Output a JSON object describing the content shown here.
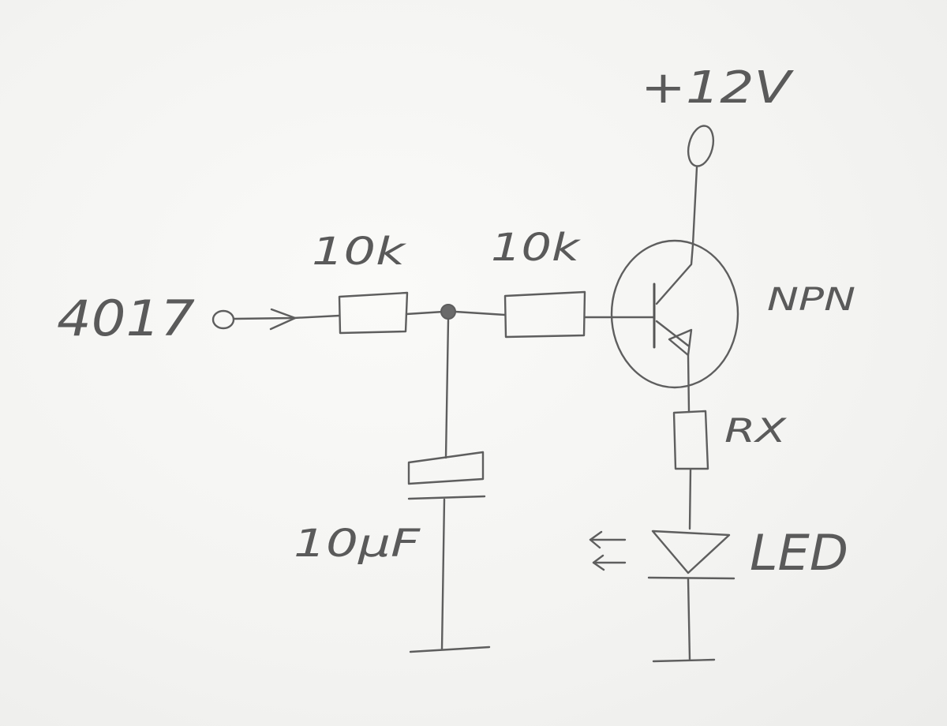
{
  "labels": {
    "input": "4017",
    "supply": "+12V",
    "r1": "10k",
    "r2": "10k",
    "cap": "10µF",
    "transistor": "NPN",
    "rx": "RX",
    "led": "LED"
  }
}
